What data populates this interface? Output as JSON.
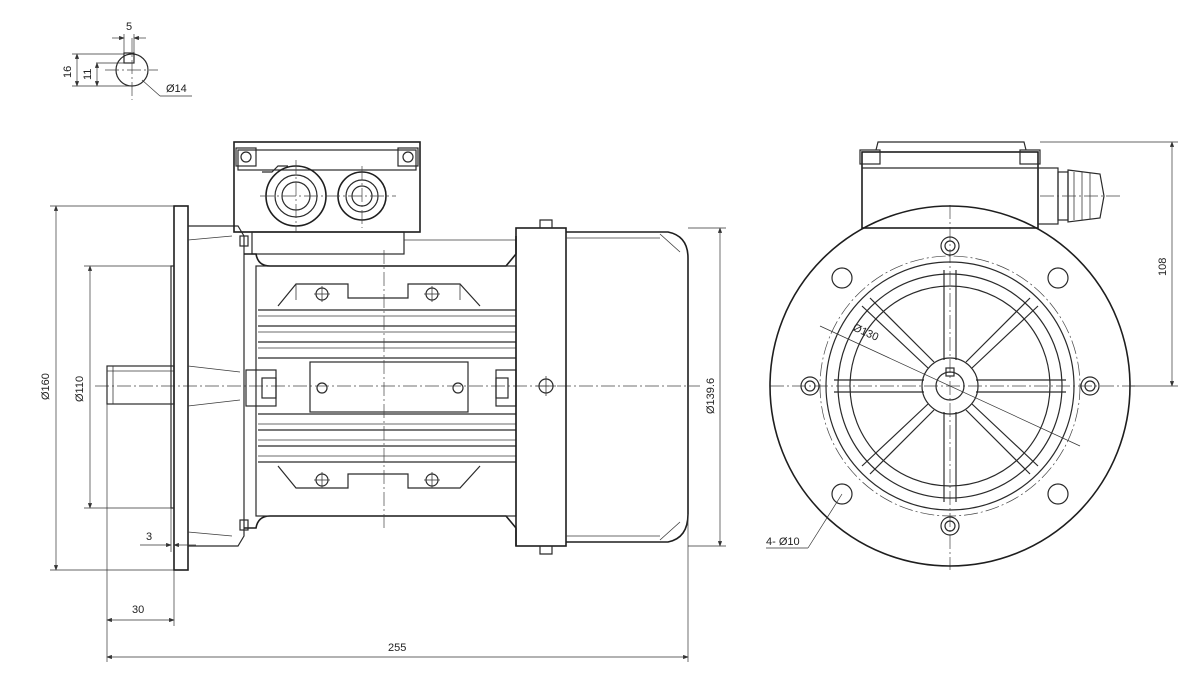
{
  "dimensions": {
    "key_width": "5",
    "key_height_total": "16",
    "key_depth": "11",
    "shaft_diameter": "Ø14",
    "flange_outer_diameter": "Ø160",
    "spigot_diameter": "Ø110",
    "body_diameter": "Ø139.6",
    "spigot_depth": "3",
    "shaft_length": "30",
    "overall_length": "255",
    "pitch_circle_diameter": "Ø130",
    "mounting_holes": "4- Ø10",
    "terminal_box_height": "108"
  },
  "colors": {
    "line": "#2a2a2a",
    "background": "#ffffff"
  }
}
